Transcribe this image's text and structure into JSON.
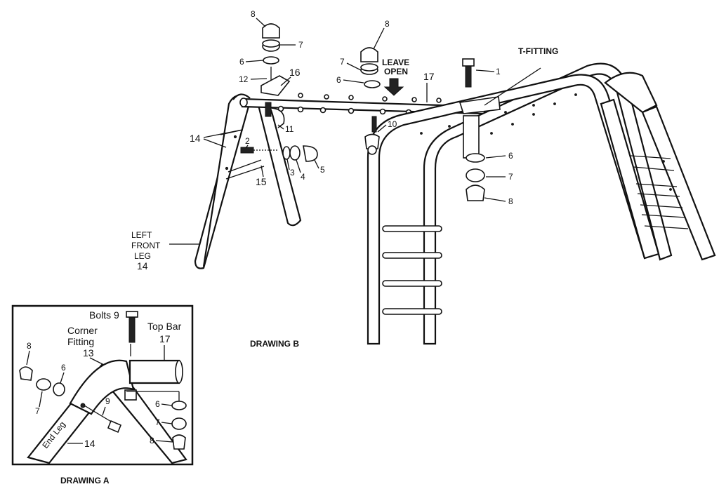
{
  "drawing_b": {
    "title": "DRAWING B",
    "t_fitting": "T-FITTING",
    "leave_open_1": "LEAVE",
    "leave_open_2": "OPEN",
    "left_front_leg": [
      "LEFT",
      "FRONT",
      "LEG",
      "14"
    ],
    "callouts": {
      "p1": "1",
      "p2": "2",
      "p3": "3",
      "p4": "4",
      "p5": "5",
      "p6a": "6",
      "p6b": "6",
      "p6c": "6",
      "p7a": "7",
      "p7b": "7",
      "p7c": "7",
      "p8a": "8",
      "p8b": "8",
      "p8c": "8",
      "p10": "10",
      "p11": "11",
      "p12": "12",
      "p14": "14",
      "p15": "15",
      "p16": "16",
      "p17": "17"
    }
  },
  "drawing_a": {
    "title": "DRAWING A",
    "bolts": "Bolts 9",
    "corner_1": "Corner",
    "corner_2": "Fitting",
    "corner_num": "13",
    "top_bar": "Top Bar",
    "top_bar_num": "17",
    "end_leg": "End Leg",
    "callouts": {
      "c8a": "8",
      "c6a": "6",
      "c7a": "7",
      "c9": "9",
      "c14": "14",
      "c6b": "6",
      "c7b": "7",
      "c8b": "8"
    }
  }
}
